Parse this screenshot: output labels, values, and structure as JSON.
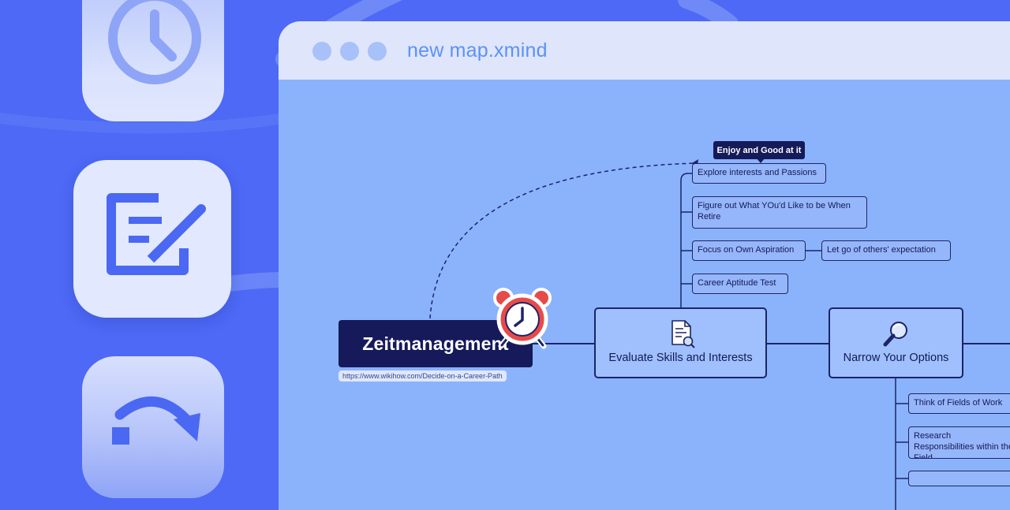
{
  "window": {
    "title": "new map.xmind"
  },
  "dock": [
    {
      "icon": "clock-icon"
    },
    {
      "icon": "edit-note-icon"
    },
    {
      "icon": "redo-arrow-icon"
    }
  ],
  "map": {
    "central": {
      "label": "Zeitmanagement",
      "url": "https://www.wikihow.com/Decide-on-a-Career-Path",
      "sticker": "alarm-clock-icon"
    },
    "callout": "Enjoy and Good at it",
    "topics": [
      {
        "label": "Evaluate Skills and Interests",
        "icon": "document-search-icon",
        "subtopics": [
          "Explore interests and Passions",
          "Figure out What YOu'd Like to be When Retire",
          "Focus on Own Aspiration",
          "Career Aptitude Test"
        ],
        "child": "Let go of others' expectation"
      },
      {
        "label": "Narrow Your Options",
        "icon": "magnifier-icon",
        "subtopics": [
          "Think of Fields of Work",
          "Research Responsibilities within the Field",
          ""
        ]
      }
    ]
  },
  "colors": {
    "background": "#4d69f5",
    "canvas": "#8ab3fc",
    "central_topic": "#161a5a",
    "titlebar": "#dfe5fb",
    "title_text": "#5b92f6"
  }
}
